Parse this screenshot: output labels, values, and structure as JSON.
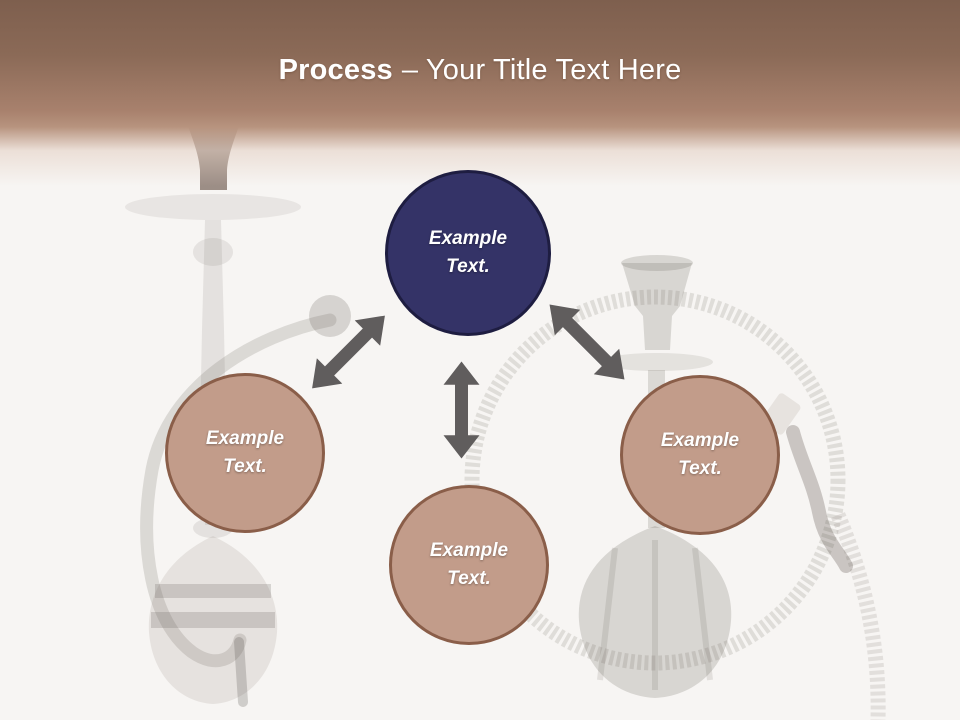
{
  "title": {
    "highlight": "Process",
    "rest": "– Your Title Text Here"
  },
  "diagram": {
    "top_circle": {
      "label": "Example Text."
    },
    "left_circle": {
      "label": "Example Text."
    },
    "right_circle": {
      "label": "Example Text."
    },
    "bottom_circle": {
      "label": "Example Text."
    }
  },
  "colors": {
    "header_brown_top": "#7e5f4e",
    "header_brown_mid": "#ab8470",
    "slide_background": "#f7f5f3",
    "top_circle_fill": "#343367",
    "top_circle_border": "#1e1d41",
    "tan_circle_fill": "#c29c8a",
    "tan_circle_border": "#8a5e49",
    "arrow": "#605d5d",
    "title_text": "#ffffff",
    "circle_text": "#ffffff"
  }
}
